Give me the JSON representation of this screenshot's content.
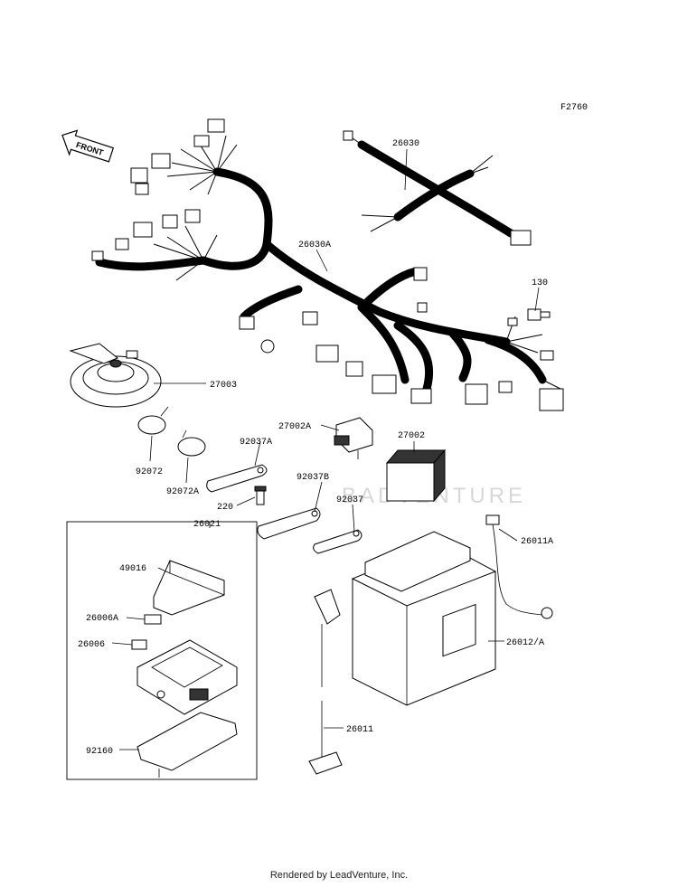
{
  "figure_code": "F2760",
  "front_label": "FRONT",
  "watermark": "BADVENTURE",
  "footer": "Rendered by LeadVenture, Inc.",
  "callouts": {
    "p26030": "26030",
    "p26030A": "26030A",
    "p130": "130",
    "p27003": "27003",
    "p27002A": "27002A",
    "p27002": "27002",
    "p92037A": "92037A",
    "p92072": "92072",
    "p92072A": "92072A",
    "p92037B": "92037B",
    "p220": "220",
    "p92037": "92037",
    "p26021": "26021",
    "p49016": "49016",
    "p26006A": "26006A",
    "p26006": "26006",
    "p92160": "92160",
    "p26011A": "26011A",
    "p26012A": "26012/A",
    "p26011": "26011"
  }
}
